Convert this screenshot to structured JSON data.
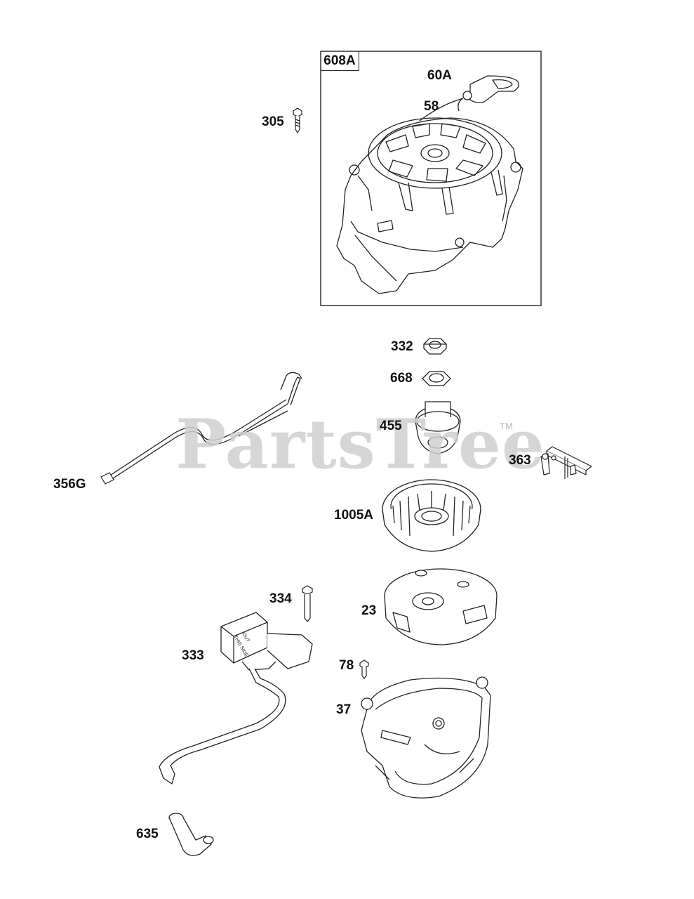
{
  "watermark": {
    "text": "PartsTree",
    "trademark": "TM"
  },
  "assembly_box": {
    "label": "608A"
  },
  "parts": {
    "p60A": "60A",
    "p58": "58",
    "p305": "305",
    "p332": "332",
    "p668": "668",
    "p455": "455",
    "p363": "363",
    "p356G": "356G",
    "p1005A": "1005A",
    "p334": "334",
    "p23": "23",
    "p333": "333",
    "p78": "78",
    "p37": "37",
    "p635": "635"
  },
  "coil_text": {
    "line1": "THIS SIDE",
    "line2": "OUT"
  },
  "colors": {
    "line": "#222222",
    "watermark": "#cfcfcf"
  }
}
